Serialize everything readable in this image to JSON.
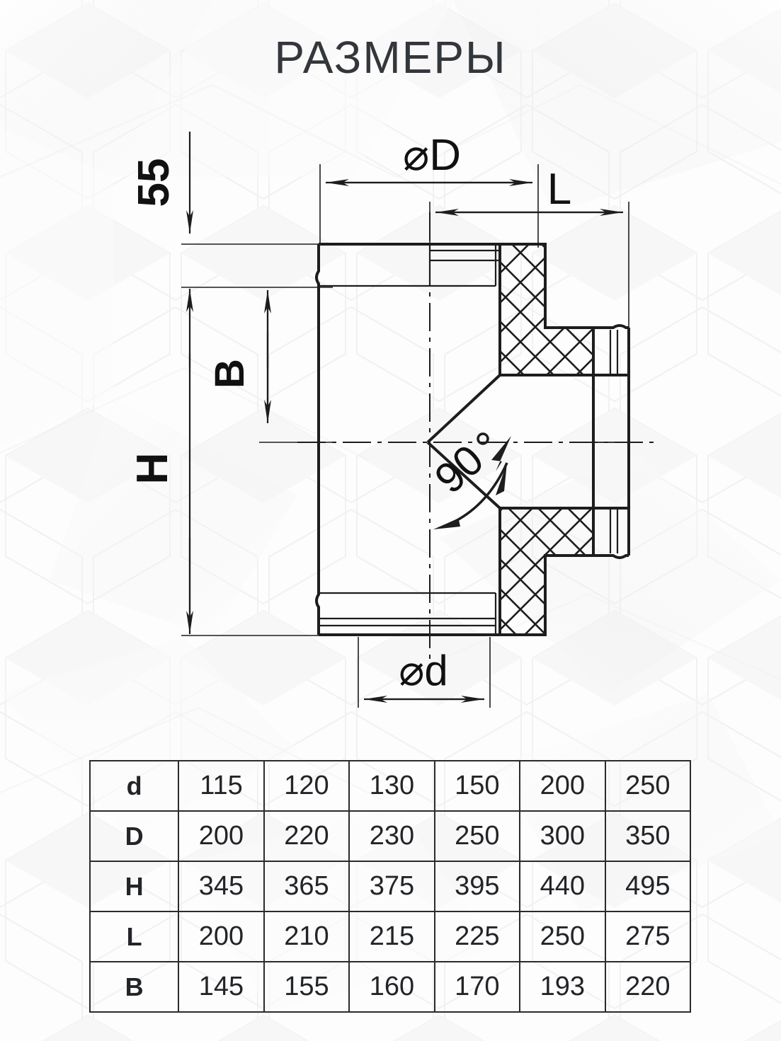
{
  "page": {
    "title": "РАЗМЕРЫ",
    "background_color": "#fdfdfd",
    "line_color": "#1d1d1d"
  },
  "drawing": {
    "name": "insulated-chimney-tee-90-cross-section",
    "labels": {
      "offset_top": "55",
      "height_total": "H",
      "branch_offset": "B",
      "outer_diameter": "⌀D",
      "inner_diameter": "⌀d",
      "branch_length": "L",
      "angle": "90°"
    },
    "angle_value": "90",
    "degree_symbol": "°",
    "phi_symbol": "⌀"
  },
  "chart_data": {
    "type": "table",
    "title": "РАЗМЕРЫ",
    "row_labels": [
      "d",
      "D",
      "H",
      "L",
      "B"
    ],
    "rows": [
      {
        "label": "d",
        "values": [
          "115",
          "120",
          "130",
          "150",
          "200",
          "250"
        ]
      },
      {
        "label": "D",
        "values": [
          "200",
          "220",
          "230",
          "250",
          "300",
          "350"
        ]
      },
      {
        "label": "H",
        "values": [
          "345",
          "365",
          "375",
          "395",
          "440",
          "495"
        ]
      },
      {
        "label": "L",
        "values": [
          "200",
          "210",
          "215",
          "225",
          "250",
          "275"
        ]
      },
      {
        "label": "B",
        "values": [
          "145",
          "155",
          "160",
          "170",
          "193",
          "220"
        ]
      }
    ]
  }
}
